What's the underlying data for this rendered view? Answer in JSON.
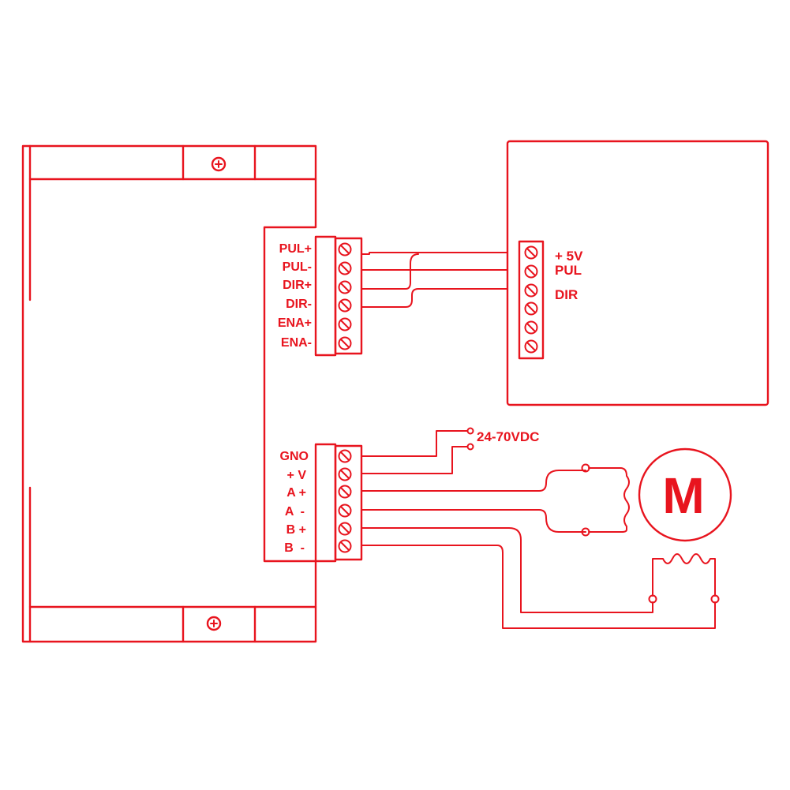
{
  "colors": {
    "line": "#e8141e",
    "background": "#ffffff"
  },
  "driver": {
    "signal_terminals": [
      "PUL+",
      "PUL-",
      "DIR+",
      "DIR-",
      "ENA+",
      "ENA-"
    ],
    "power_terminals": [
      "GNO",
      "+ V",
      "A +",
      "A  -",
      "B +",
      "B  -"
    ]
  },
  "controller": {
    "labels": [
      "+ 5V",
      "PUL",
      "DIR"
    ]
  },
  "power_supply": {
    "label": "24-70VDC"
  },
  "motor": {
    "symbol": "M"
  },
  "icons": [
    "mounting-screw-icon",
    "screw-terminal-icon",
    "motor-icon",
    "coil-icon"
  ]
}
